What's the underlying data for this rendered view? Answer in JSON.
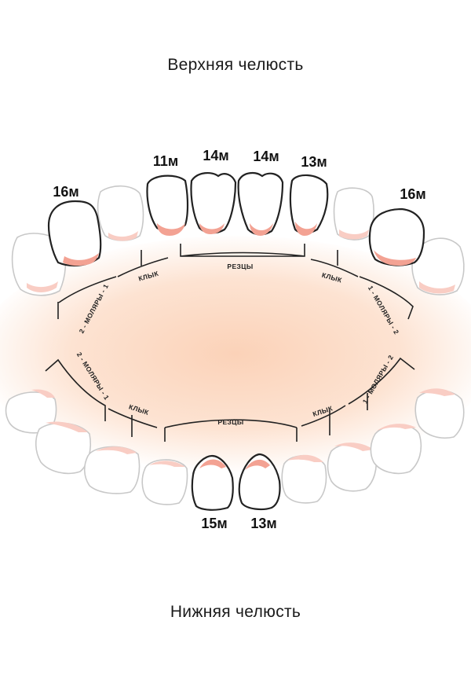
{
  "upper_title": "Верхняя челюсть",
  "lower_title": "Нижняя челюсть",
  "zones": {
    "upper_molars_left": "2 - МОЛЯРЫ - 1",
    "upper_canine_left": "КЛЫК",
    "upper_incisors": "РЕЗЦЫ",
    "upper_canine_right": "КЛЫК",
    "upper_molars_right": "1 - МОЛЯРЫ - 2",
    "lower_molars_left": "2 - МОЛЯРЫ - 1",
    "lower_canine_left": "КЛЫК",
    "lower_incisors": "РЕЗЦЫ",
    "lower_canine_right": "КЛЫК",
    "lower_molars_right": "1 - МОЛЯРЫ - 2"
  },
  "tooth_labels": {
    "upper_left_molar": "16м",
    "upper_incisor_1": "11м",
    "upper_incisor_2": "14м",
    "upper_incisor_3": "14м",
    "upper_incisor_4": "13м",
    "upper_right_molar": "16м",
    "lower_incisor_1": "15м",
    "lower_incisor_2": "13м"
  },
  "colors": {
    "gum": "#f3a293",
    "glow": "#fbd2b8",
    "outline": "#222222"
  }
}
